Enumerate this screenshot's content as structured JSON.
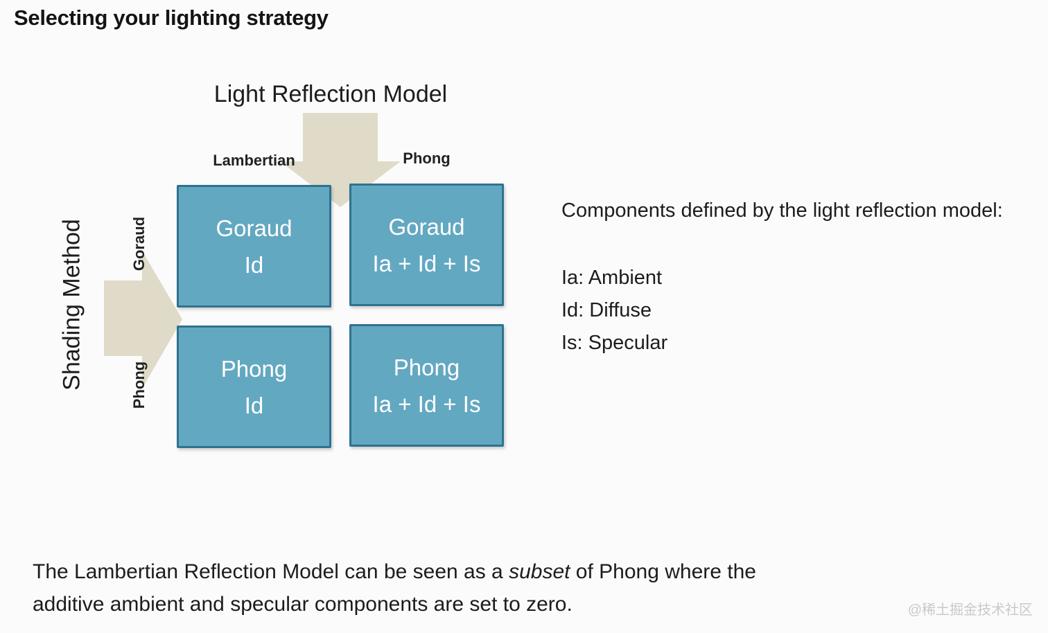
{
  "page": {
    "title": "Selecting your lighting strategy",
    "watermark": "@稀土掘金技术社区",
    "background": "#fbfbfb"
  },
  "matrix": {
    "column_axis": {
      "title": "Light Reflection Model",
      "labels": [
        "Lambertian",
        "Phong"
      ]
    },
    "row_axis": {
      "title": "Shading Method",
      "labels": [
        "Goraud",
        "Phong"
      ]
    },
    "cells": [
      {
        "method": "Goraud",
        "components": "Id"
      },
      {
        "method": "Goraud",
        "components": "Ia + Id + Is"
      },
      {
        "method": "Phong",
        "components": "Id"
      },
      {
        "method": "Phong",
        "components": "Ia + Id + Is"
      }
    ],
    "colors": {
      "cell_fill": "#63a8c1",
      "cell_border": "#2e7291",
      "arrow": "#dfdbc8",
      "cell_text": "#ffffff"
    }
  },
  "legend": {
    "heading": "Components defined by the light reflection model:",
    "items": [
      "Ia: Ambient",
      "Id: Diffuse",
      "Is: Specular"
    ]
  },
  "footnote": {
    "line1_pre": "The Lambertian Reflection Model can be seen as a ",
    "line1_italic": "subset",
    "line1_post": " of Phong where the",
    "line2": "additive ambient and specular components are set to zero."
  }
}
